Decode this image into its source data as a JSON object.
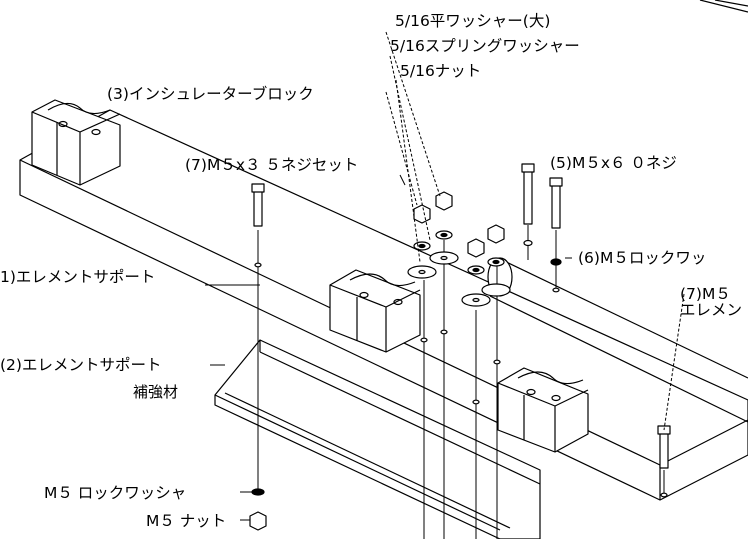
{
  "labels": {
    "flat_washer": "5/16平ワッシャー(大)",
    "spring_washer": "5/16スプリングワッシャー",
    "nut_516": "5/16ナット",
    "insulator_block": "(3)インシュレーターブロック",
    "screw_set_35": "(7)M５x３ ５ネジセット",
    "screw_60": "(5)M５x６ ０ネジ",
    "lock_washer_6": "(6)M５ロックワッ",
    "screw_set_7_partial": "(7)M５",
    "element_partial": "エレメン",
    "element_support": "1)エレメントサポート",
    "element_support_2": "(2)エレメントサポート",
    "reinforcement": "補強材",
    "lock_washer_m5": "M５ ロックワッシャ",
    "nut_m5": "M５ ナット"
  },
  "colors": {
    "line": "#000000",
    "background": "#ffffff"
  }
}
